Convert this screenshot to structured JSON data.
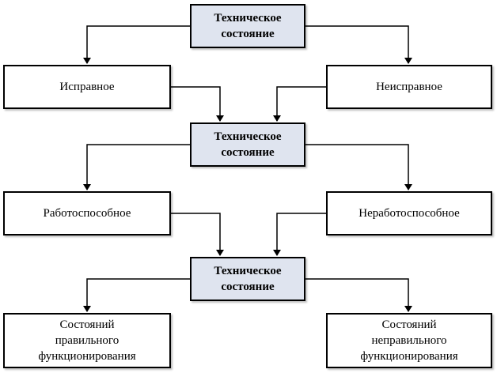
{
  "nodes": {
    "header_1": {
      "line1": "Техническое",
      "line2": "состояние"
    },
    "header_2": {
      "line1": "Техническое",
      "line2": "состояние"
    },
    "header_3": {
      "line1": "Техническое",
      "line2": "состояние"
    },
    "serviceable": "Исправное",
    "faulty": "Неисправное",
    "operable": "Работоспособное",
    "inoperable": "Неработоспособное",
    "correct_functioning": {
      "line1": "Состояний",
      "line2": "правильного",
      "line3": "функционирования"
    },
    "incorrect_functioning": {
      "line1": "Состояний",
      "line2": "неправильного",
      "line3": "функционирования"
    }
  },
  "colors": {
    "header_fill": "#dfe4ef",
    "box_fill": "#ffffff",
    "stroke": "#000000"
  }
}
